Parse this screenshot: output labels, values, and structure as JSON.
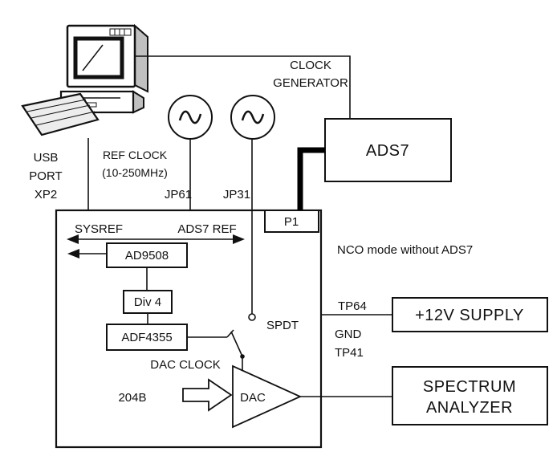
{
  "colors": {
    "ink": "#111111",
    "background": "#ffffff",
    "panel_gray": "#c0c0c0"
  },
  "labels": {
    "usb": "USB",
    "port": "PORT",
    "xp2": "XP2",
    "ref_clock": "REF CLOCK",
    "ref_clock_range": "(10-250MHz)",
    "jp61": "JP61",
    "jp31": "JP31",
    "clock_generator_line1": "CLOCK",
    "clock_generator_line2": "GENERATOR",
    "ads7": "ADS7",
    "p1": "P1",
    "sysref": "SYSREF",
    "ads7_ref": "ADS7 REF",
    "ad9508": "AD9508",
    "div4": "Div 4",
    "adf4355": "ADF4355",
    "spdt": "SPDT",
    "dac_clock": "DAC CLOCK",
    "jesd204b": "204B",
    "dac": "DAC",
    "nco_mode": "NCO mode without ADS7",
    "tp64": "TP64",
    "gnd": "GND",
    "tp41": "TP41",
    "supply": "+12V SUPPLY",
    "spectrum_line1": "SPECTRUM",
    "spectrum_line2": "ANALYZER"
  }
}
